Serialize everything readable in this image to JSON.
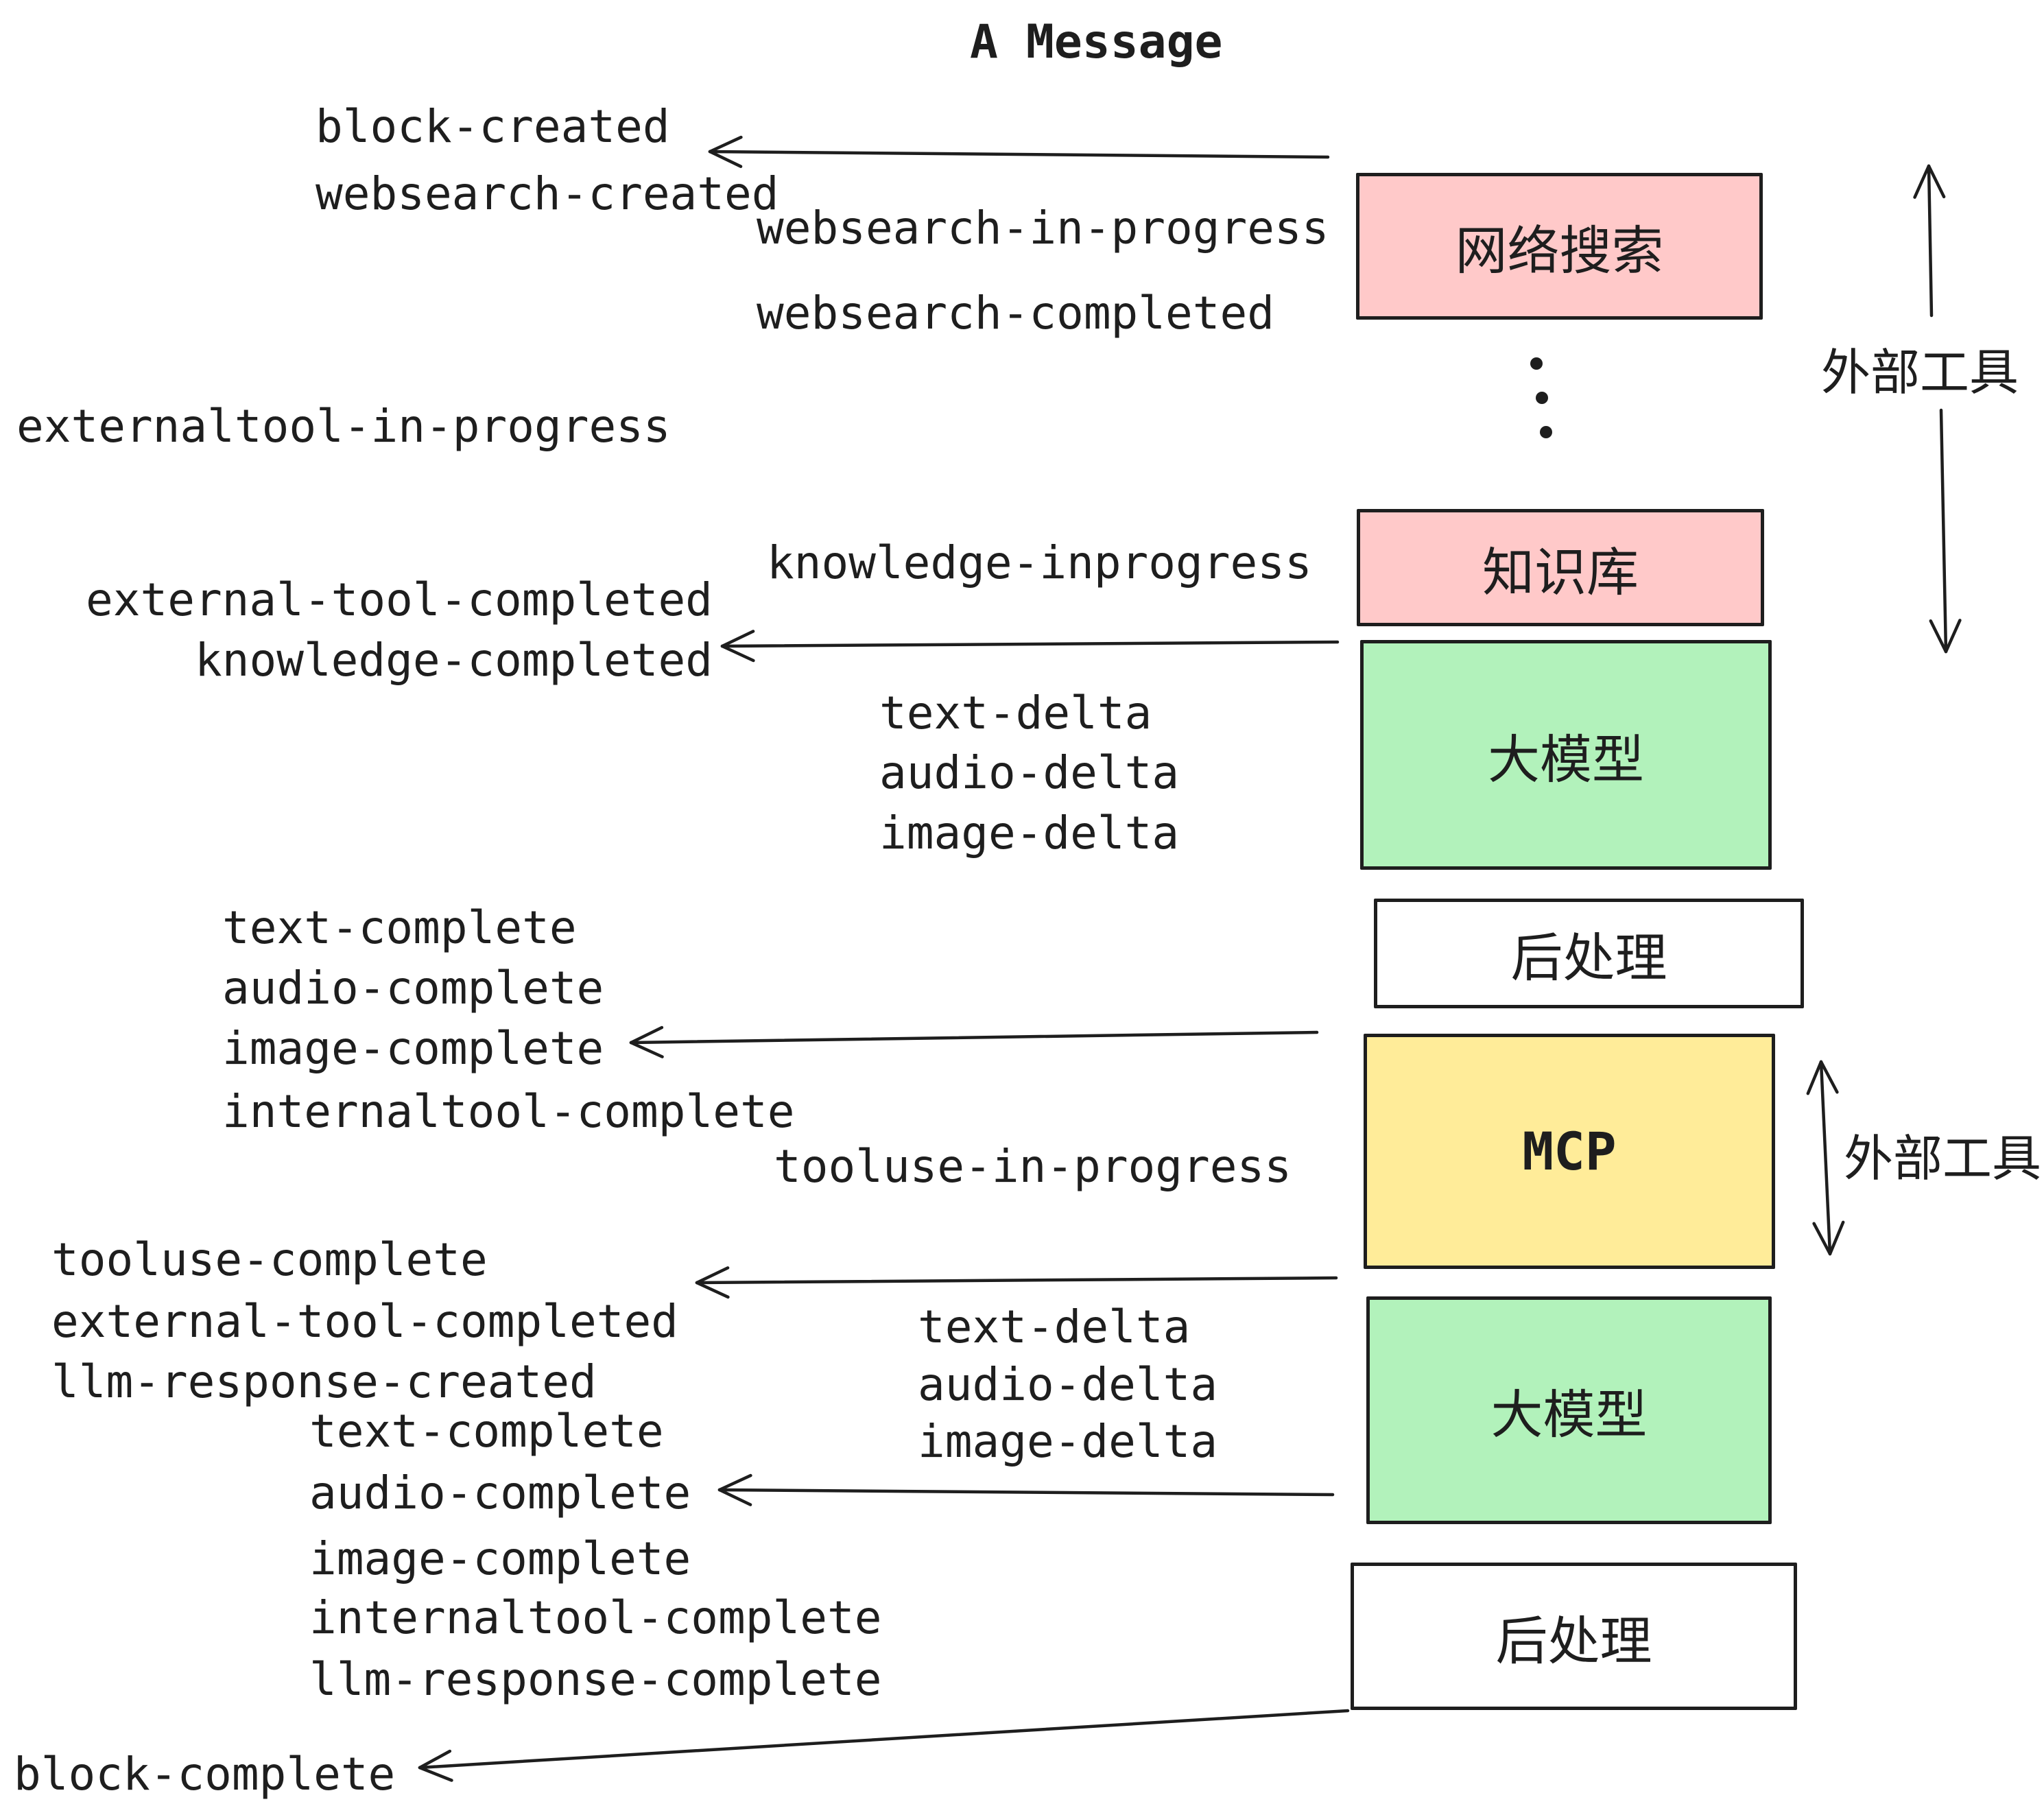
{
  "title": "A Message",
  "colors": {
    "ink": "#1e1e1e",
    "pink": "#ffc9c9",
    "green": "#b2f2bb",
    "yellow": "#ffec99",
    "paper": "#ffffff"
  },
  "boxes": {
    "websearch": {
      "label": "网络搜索"
    },
    "knowledge": {
      "label": "知识库"
    },
    "llm_top": {
      "label": "大模型"
    },
    "postprocess_top": {
      "label": "后处理"
    },
    "mcp": {
      "label": "MCP"
    },
    "llm_bottom": {
      "label": "大模型"
    },
    "postprocess_bottom": {
      "label": "后处理"
    }
  },
  "side_labels": {
    "external_tools_top": "外部工具",
    "external_tools_mcp": "外部工具"
  },
  "events": {
    "block_created": "block-created",
    "websearch_created": "websearch-created",
    "websearch_in_progress": "websearch-in-progress",
    "websearch_completed": "websearch-completed",
    "externaltool_in_progress": "externaltool-in-progress",
    "knowledge_inprogress": "knowledge-inprogress",
    "external_tool_completed": "external-tool-completed",
    "knowledge_completed": "knowledge-completed",
    "text_delta": "text-delta",
    "audio_delta": "audio-delta",
    "image_delta": "image-delta",
    "text_complete": "text-complete",
    "audio_complete": "audio-complete",
    "image_complete": "image-complete",
    "internaltool_complete": "internaltool-complete",
    "tooluse_in_progress": "tooluse-in-progress",
    "tooluse_complete": "tooluse-complete",
    "llm_response_created": "llm-response-created",
    "llm_response_complete": "llm-response-complete",
    "block_complete": "block-complete"
  }
}
